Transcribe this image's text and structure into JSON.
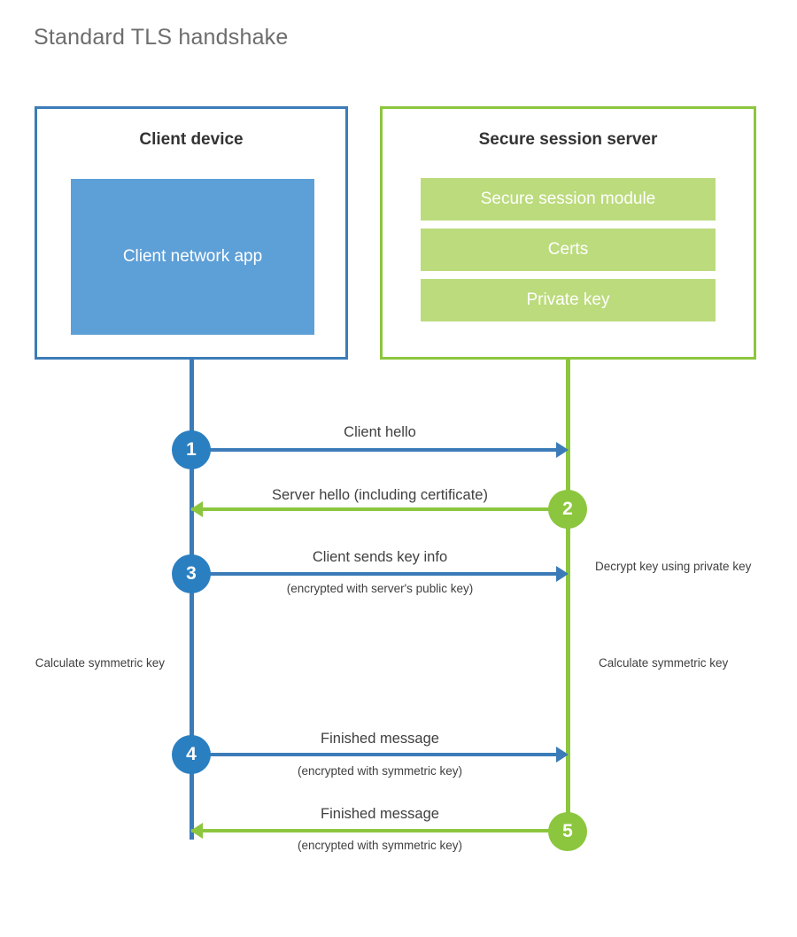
{
  "title": "Standard TLS handshake",
  "colors": {
    "client_border": "#3b7cb8",
    "client_fill": "#5d9fd7",
    "server_border": "#8cc63e",
    "server_fill": "#bcdb7d",
    "step_blue": "#2a7fc1",
    "step_green": "#8cc63e",
    "text": "#3f3f3f",
    "title_text": "#6d6d6d"
  },
  "client": {
    "title": "Client device",
    "app_label": "Client network app"
  },
  "server": {
    "title": "Secure session server",
    "items": [
      {
        "label": "Secure session module"
      },
      {
        "label": "Certs"
      },
      {
        "label": "Private key"
      }
    ]
  },
  "steps": [
    {
      "number": "1",
      "label": "Client hello",
      "sublabel": "",
      "direction": "client-to-server",
      "color": "blue"
    },
    {
      "number": "2",
      "label": "Server hello (including certificate)",
      "sublabel": "",
      "direction": "server-to-client",
      "color": "green"
    },
    {
      "number": "3",
      "label": "Client sends key info",
      "sublabel": "(encrypted with server's public key)",
      "direction": "client-to-server",
      "color": "blue"
    },
    {
      "number": "4",
      "label": "Finished message",
      "sublabel": "(encrypted with symmetric key)",
      "direction": "client-to-server",
      "color": "blue"
    },
    {
      "number": "5",
      "label": "Finished message",
      "sublabel": "(encrypted with symmetric key)",
      "direction": "server-to-client",
      "color": "green"
    }
  ],
  "annotations": {
    "server_decrypt": "Decrypt key using private key",
    "client_calculate": "Calculate symmetric key",
    "server_calculate": "Calculate symmetric key"
  }
}
